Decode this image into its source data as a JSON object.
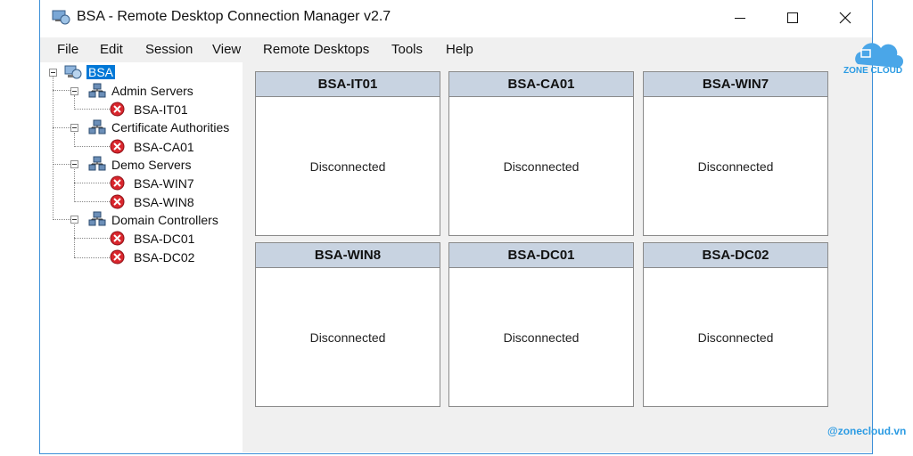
{
  "window": {
    "title": "BSA - Remote Desktop Connection Manager v2.7",
    "controls": {
      "minimize": "minimize",
      "maximize": "maximize",
      "close": "close"
    }
  },
  "menu": [
    "File",
    "Edit",
    "Session",
    "View",
    "Remote Desktops",
    "Tools",
    "Help"
  ],
  "tree": {
    "root": "BSA",
    "groups": [
      {
        "label": "Admin Servers",
        "servers": [
          "BSA-IT01"
        ]
      },
      {
        "label": "Certificate Authorities",
        "servers": [
          "BSA-CA01"
        ]
      },
      {
        "label": "Demo Servers",
        "servers": [
          "BSA-WIN7",
          "BSA-WIN8"
        ]
      },
      {
        "label": "Domain Controllers",
        "servers": [
          "BSA-DC01",
          "BSA-DC02"
        ]
      }
    ]
  },
  "tiles": [
    {
      "name": "BSA-IT01",
      "status": "Disconnected"
    },
    {
      "name": "BSA-CA01",
      "status": "Disconnected"
    },
    {
      "name": "BSA-WIN7",
      "status": "Disconnected"
    },
    {
      "name": "BSA-WIN8",
      "status": "Disconnected"
    },
    {
      "name": "BSA-DC01",
      "status": "Disconnected"
    },
    {
      "name": "BSA-DC02",
      "status": "Disconnected"
    }
  ],
  "watermark": {
    "brand": "ZONE CLOUD",
    "handle": "@zonecloud.vn"
  },
  "colors": {
    "selection": "#0078d7",
    "tile_header": "#c8d3e1",
    "error": "#d9262d",
    "window_border": "#3c8fd8"
  }
}
